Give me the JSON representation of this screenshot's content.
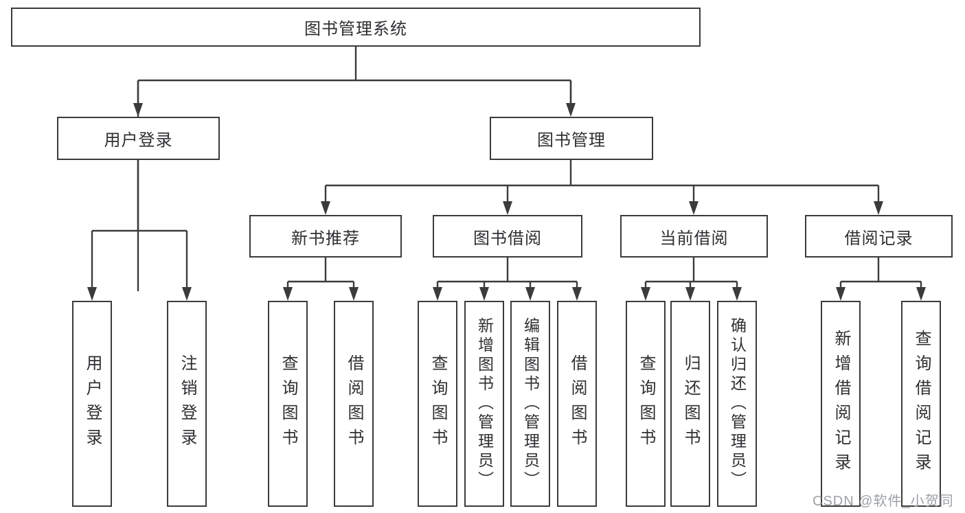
{
  "diagram": {
    "root": {
      "label": "图书管理系统"
    },
    "branches": [
      {
        "label": "用户登录",
        "children": [
          {
            "label": "用户登录"
          },
          {
            "label": "注销登录"
          }
        ]
      },
      {
        "label": "图书管理",
        "children": [
          {
            "label": "新书推荐",
            "children": [
              {
                "label": "查询图书"
              },
              {
                "label": "借阅图书"
              }
            ]
          },
          {
            "label": "图书借阅",
            "children": [
              {
                "label": "查询图书"
              },
              {
                "label": "新增图书（管理员）"
              },
              {
                "label": "编辑图书（管理员）"
              },
              {
                "label": "借阅图书"
              }
            ]
          },
          {
            "label": "当前借阅",
            "children": [
              {
                "label": "查询图书"
              },
              {
                "label": "归还图书"
              },
              {
                "label": "确认归还（管理员）"
              }
            ]
          },
          {
            "label": "借阅记录",
            "children": [
              {
                "label": "新增借阅记录"
              },
              {
                "label": "查询借阅记录"
              }
            ]
          }
        ]
      }
    ]
  },
  "watermark": {
    "text": "CSDN @软件_小贺同学"
  },
  "colors": {
    "line": "#3b3b3b",
    "text": "#2f2f33",
    "watermark": "#9da1a6",
    "background": "#ffffff"
  }
}
